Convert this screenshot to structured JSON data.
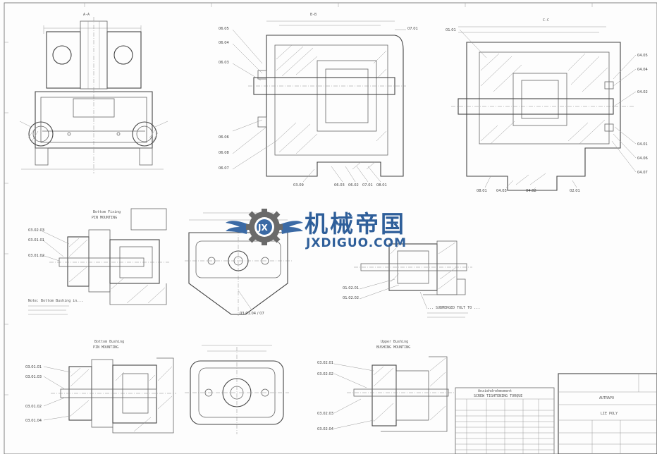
{
  "sheet": {
    "view_labels": {
      "section_aa": "A-A",
      "section_top_middle": "B-B",
      "section_top_right": "C-C",
      "detail_bottom_fixing": "Bottom Fixing",
      "detail_bottom_fixing_sub": "PIN MOUNTING",
      "detail_bottom_bushing": "Bottom Bushing",
      "detail_bottom_bushing_sub": "PIN MOUNTING",
      "detail_upper_bushing": "Upper Bushing",
      "detail_upper_bushing_sub": "BUSHING MOUNTING"
    },
    "part_labels": {
      "top_middle_left": [
        "06.05",
        "06.04",
        "06.03",
        "06.06",
        "06.08",
        "06.07"
      ],
      "top_middle_right": "07.01",
      "top_middle_bottom": [
        "03.09",
        "06.03",
        "06.02",
        "07.01",
        "08.01"
      ],
      "top_right_left": [
        "01.01"
      ],
      "top_right_right": [
        "04.05",
        "04.04",
        "04.02",
        "04.01",
        "04.06",
        "04.07"
      ],
      "top_right_bottom": [
        "08.01",
        "04.03",
        "04.02",
        "02.01"
      ],
      "mid_left": [
        "03.02.03",
        "03.01.01",
        "03.01.02"
      ],
      "mid_center": "03.01.04 / 07",
      "mid_right": [
        "01.02.01",
        "01.02.02"
      ],
      "bottom_left": [
        "03.01.01",
        "03.01.03",
        "03.01.02",
        "03.01.04"
      ],
      "bottom_center": [
        "03.02.01",
        "03.02.02",
        "03.02.03",
        "03.02.04"
      ]
    },
    "notes": {
      "mid_left": "Note: Bottom Bushing in...",
      "mid_right": "... SUBMERGED TOLT TO ..."
    },
    "tables": {
      "torque_title": "SCREW TIGHTENING TORQUE",
      "torque_header": "Anziehdrehmoment",
      "title_block_name": "AUTRAPO",
      "title_block_code": "LIE POLY"
    }
  },
  "watermark": {
    "cn": "机械帝国",
    "en": "JXDIGUO.COM",
    "badge": "JX"
  },
  "colors": {
    "watermark": "#2f5f9a",
    "line": "#555555",
    "paper": "#fdfdfd"
  }
}
